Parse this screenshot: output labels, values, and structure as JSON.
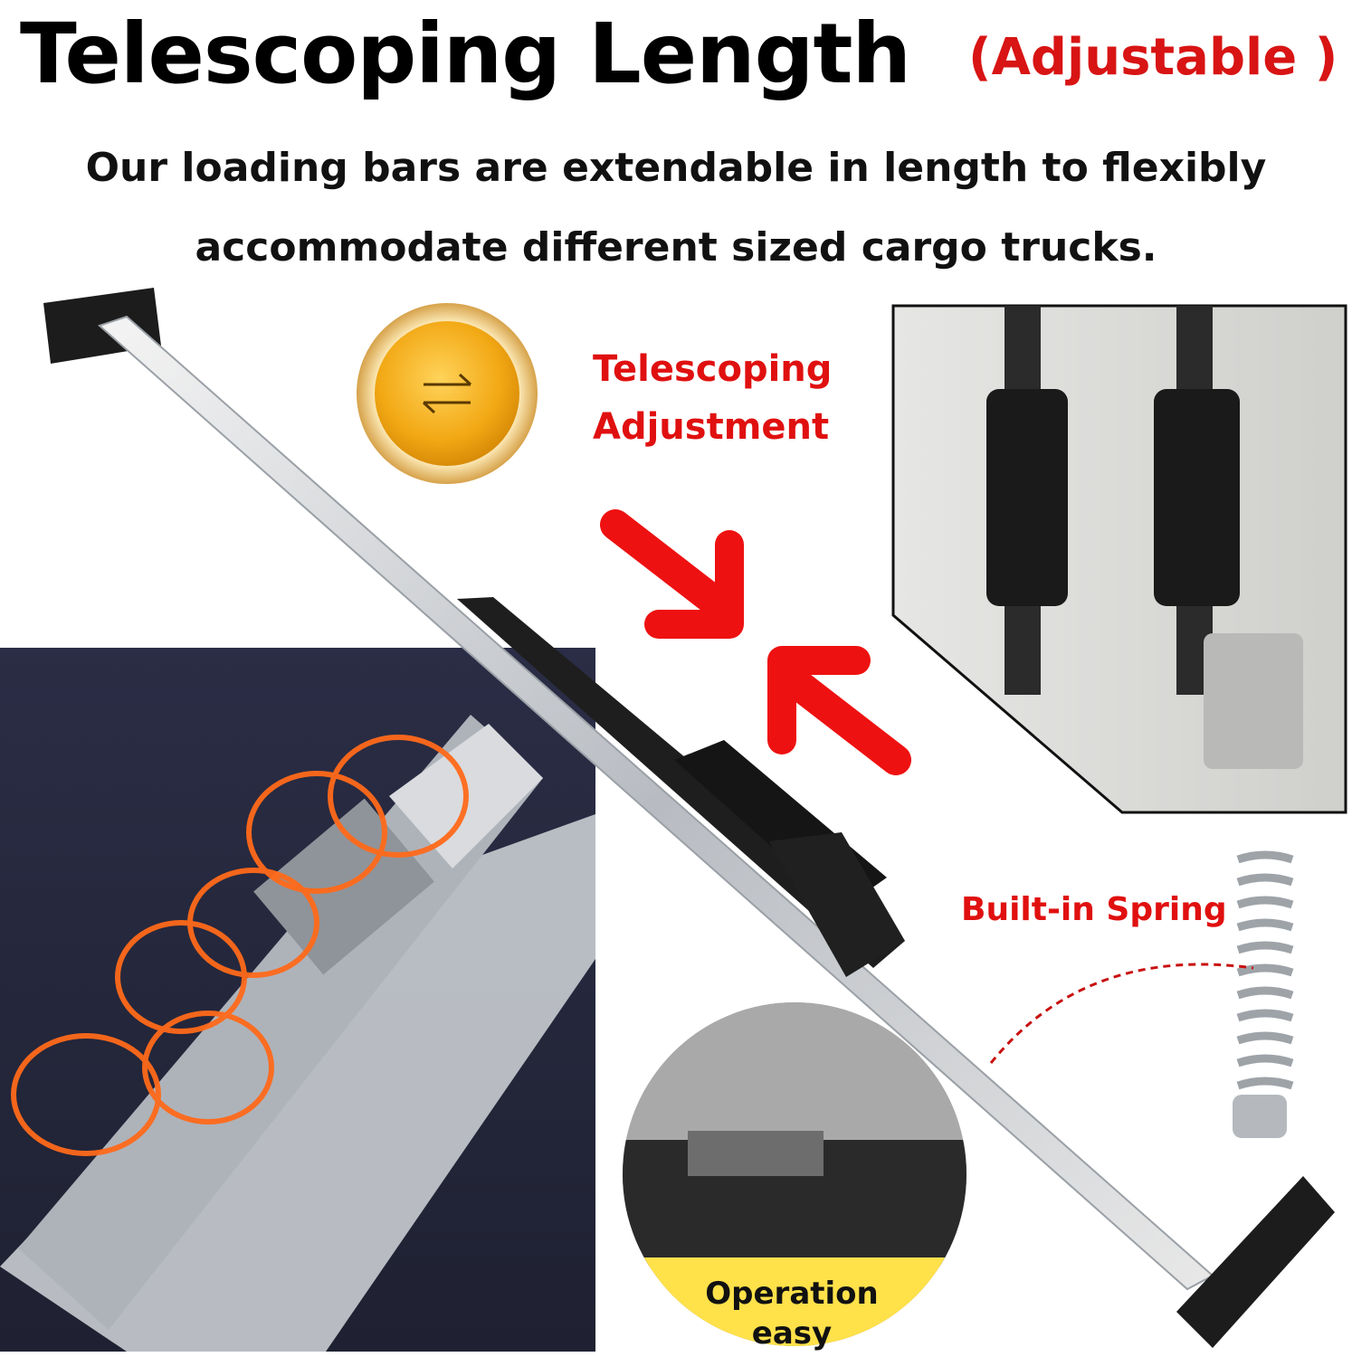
{
  "header": {
    "title": "Telescoping Length",
    "title_note": "(Adjustable )"
  },
  "subtitle": {
    "line1": "Our loading bars are extendable in length to flexibly",
    "line2": "accommodate different sized cargo trucks."
  },
  "callouts": {
    "telescoping_line1": "Telescoping",
    "telescoping_line2": "Adjustment",
    "spring": "Built-in Spring",
    "operation_line1": "Operation",
    "operation_line2": "easy"
  },
  "icons": {
    "adjust_badge": "swap-arrows-icon",
    "arrow_in_left": "arrow-down-right-icon",
    "arrow_in_right": "arrow-up-left-icon"
  },
  "colors": {
    "accent_red": "#e01010",
    "badge_gold": "#f2b420",
    "highlight_orange": "#ff6a1a",
    "panel_dark": "#23263a",
    "label_yellow": "#ffe14a"
  }
}
